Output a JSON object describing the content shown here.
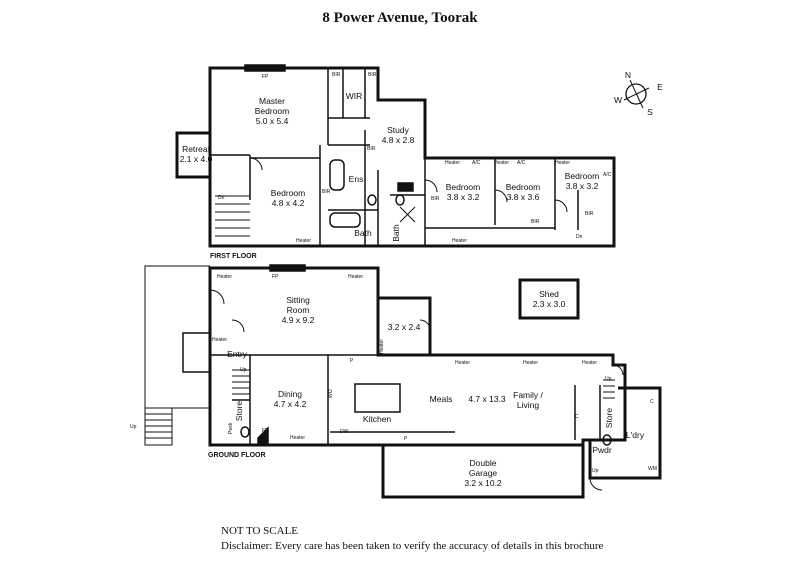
{
  "title": "8 Power Avenue, Toorak",
  "footer": {
    "scale_note": "NOT TO SCALE",
    "disclaimer": "Disclaimer: Every care has been taken to verify the accuracy of details in this brochure"
  },
  "floors": {
    "first": "FIRST FLOOR",
    "ground": "GROUND FLOOR"
  },
  "compass": {
    "n": "N",
    "e": "E",
    "s": "S",
    "w": "W"
  },
  "rooms": {
    "master_name": "Master\nBedroom",
    "master_size": "5.0 x 5.4",
    "wir": "WIR",
    "retreat_name": "Retreat",
    "retreat_size": "2.1 x 4.0",
    "study_name": "Study",
    "study_size": "4.8 x 2.8",
    "ens": "Ens",
    "bed2_name": "Bedroom",
    "bed2_size": "4.8 x 4.2",
    "bath": "Bath",
    "bath2": "Bath",
    "bed3_name": "Bedroom",
    "bed3_size": "3.8 x 3.2",
    "bed4_name": "Bedroom",
    "bed4_size": "3.8 x 3.6",
    "bed5_name": "Bedroom",
    "bed5_size": "3.8 x 3.2",
    "shed_name": "Shed",
    "shed_size": "2.3 x 3.0",
    "sitting_name": "Sitting\nRoom",
    "sitting_size": "4.9 x 9.2",
    "room_small": "3.2 x 2.4",
    "entry": "Entry",
    "dining_name": "Dining",
    "dining_size": "4.7 x 4.2",
    "store": "Store",
    "store2": "Store",
    "pwdr": "Pwdr",
    "pwdr2": "Pwdr",
    "kitchen": "Kitchen",
    "meals": "Meals",
    "meals_size": "4.7 x 13.3",
    "family": "Family /\nLiving",
    "ldry": "L'dry",
    "garage_name": "Double\nGarage",
    "garage_size": "3.2 x 10.2"
  },
  "fixtures": {
    "fp": "FP",
    "heater": "Heater",
    "ac": "A/C",
    "bir": "BIR",
    "dn": "Dn",
    "up": "Up",
    "p": "P",
    "c": "C",
    "wm": "WM",
    "dw": "DW",
    "wo": "WO"
  }
}
